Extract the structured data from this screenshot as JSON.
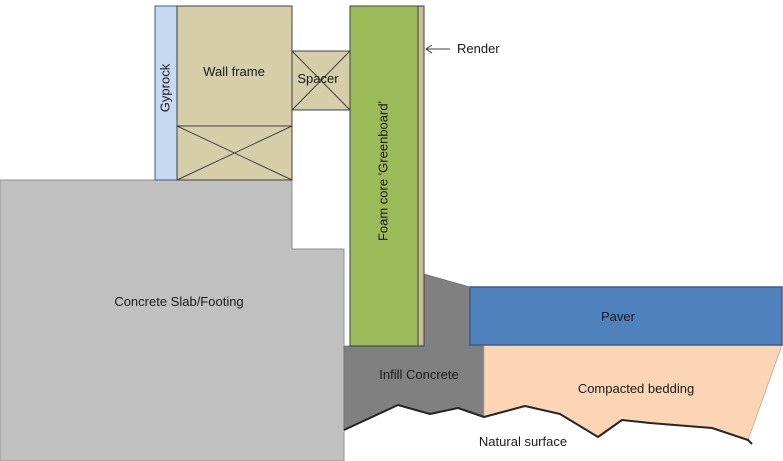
{
  "labels": {
    "gyprock": "Gyprock",
    "wall_frame": "Wall frame",
    "spacer": "Spacer",
    "foam_core": "Foam core 'Greenboard'",
    "render": "Render",
    "concrete_slab": "Concrete Slab/Footing",
    "paver": "Paver",
    "infill_concrete": "Infill Concrete",
    "compacted_bedding": "Compacted bedding",
    "natural_surface": "Natural surface"
  },
  "colors": {
    "gyprock": "#c6d9f1",
    "wall_frame": "#d6cea9",
    "spacer": "#d6cea9",
    "foam_core": "#9bbb59",
    "render": "#c4bd97",
    "concrete_slab": "#c0c0c0",
    "infill_concrete": "#808080",
    "paver": "#4f81bd",
    "compacted_bedding": "#fcd5b5",
    "outline": "#404040"
  }
}
